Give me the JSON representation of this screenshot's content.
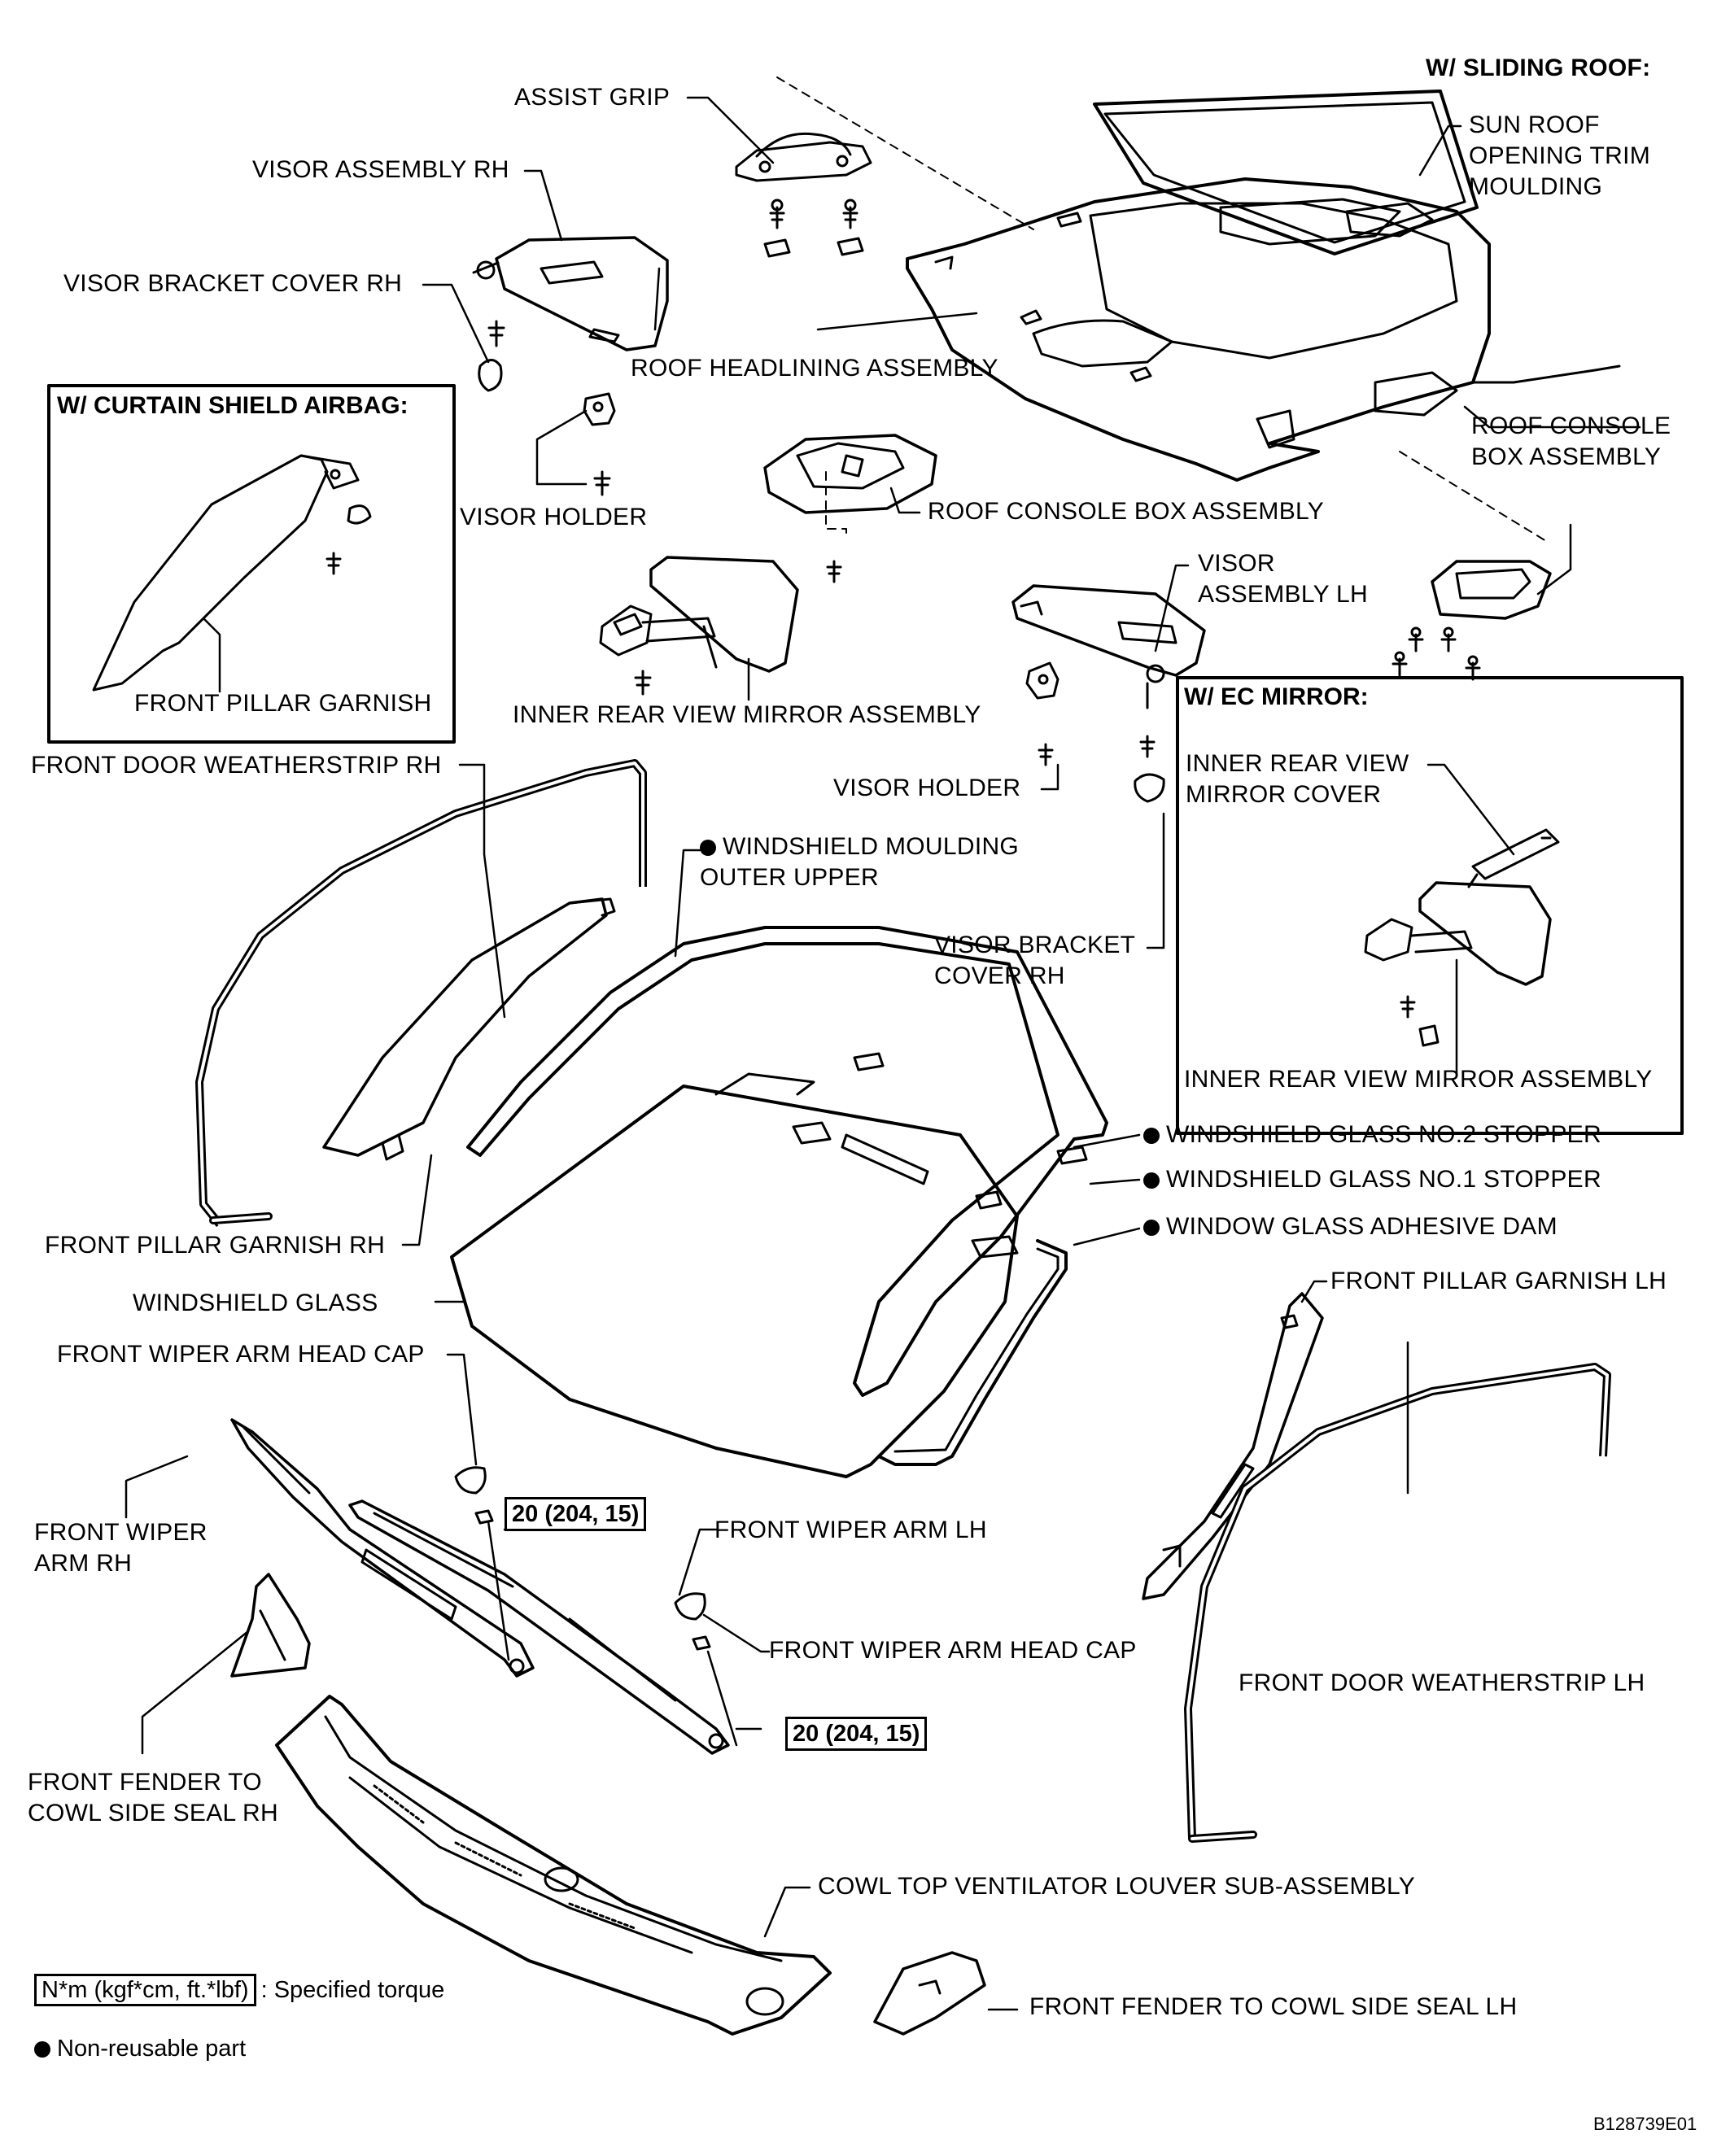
{
  "labels": {
    "w_sliding_roof": "W/ SLIDING ROOF:",
    "assist_grip": "ASSIST GRIP",
    "sun_roof_trim": "SUN ROOF\nOPENING TRIM\nMOULDING",
    "visor_assembly_rh": "VISOR ASSEMBLY RH",
    "visor_bracket_cover_rh_top": "VISOR BRACKET COVER RH",
    "roof_headlining": "ROOF HEADLINING ASSEMBLY",
    "roof_console_box_right": "ROOF CONSOLE\nBOX ASSEMBLY",
    "roof_console_box_center": "ROOF CONSOLE BOX ASSEMBLY",
    "visor_holder_left": "VISOR HOLDER",
    "visor_assembly_lh": "VISOR\nASSEMBLY LH",
    "front_pillar_garnish": "FRONT PILLAR GARNISH",
    "inner_rear_view_mirror": "INNER REAR VIEW MIRROR ASSEMBLY",
    "front_door_ws_rh": "FRONT DOOR WEATHERSTRIP RH",
    "visor_holder_center": "VISOR HOLDER",
    "windshield_moulding": "WINDSHIELD MOULDING\nOUTER UPPER",
    "visor_bracket_cover_rh_mid": "VISOR BRACKET\nCOVER RH",
    "mirror_cover": "INNER REAR VIEW\nMIRROR COVER",
    "ec_mirror_assembly": "INNER REAR VIEW MIRROR ASSEMBLY",
    "ws_glass_no2": "WINDSHIELD GLASS NO.2 STOPPER",
    "ws_glass_no1": "WINDSHIELD GLASS NO.1 STOPPER",
    "adhesive_dam": "WINDOW GLASS ADHESIVE DAM",
    "front_pillar_garnish_rh": "FRONT PILLAR GARNISH RH",
    "windshield_glass": "WINDSHIELD GLASS",
    "front_pillar_garnish_lh": "FRONT PILLAR GARNISH LH",
    "wiper_head_cap_left": "FRONT WIPER ARM HEAD CAP",
    "front_wiper_arm_rh": "FRONT WIPER\nARM RH",
    "front_wiper_arm_lh": "FRONT WIPER ARM LH",
    "wiper_head_cap_right": "FRONT WIPER ARM HEAD CAP",
    "front_door_ws_lh": "FRONT DOOR WEATHERSTRIP LH",
    "fender_seal_rh": "FRONT FENDER TO\nCOWL SIDE SEAL RH",
    "cowl_louver": "COWL TOP VENTILATOR LOUVER SUB-ASSEMBLY",
    "fender_seal_lh": "FRONT FENDER TO COWL SIDE SEAL LH"
  },
  "boxes": {
    "curtain_shield_title": "W/ CURTAIN SHIELD AIRBAG:",
    "ec_mirror_title": "W/ EC MIRROR:"
  },
  "torque": {
    "rh": "20 (204, 15)",
    "lh": "20 (204, 15)"
  },
  "legend": {
    "torque_key": "N*m (kgf*cm, ft.*lbf)",
    "torque_text": ": Specified torque",
    "nonreusable_text": "Non-reusable part"
  },
  "figure_code": "B128739E01"
}
